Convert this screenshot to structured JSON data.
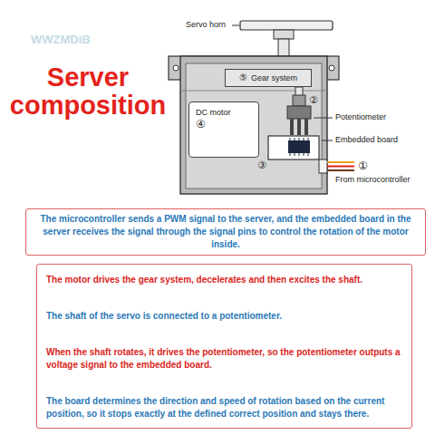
{
  "diagram": {
    "title": "Server composition",
    "nodes": [
      {
        "text": [
          "⑤",
          "Gear system"
        ]
      },
      {
        "text": [
          "DC motor",
          "④"
        ]
      },
      {
        "text": [
          "The microcontroller sends a PWM signal to the server, and the embedded board in the server receives the signal through the signal pins to control the rotation of the motor inside."
        ]
      },
      {
        "text": []
      },
      {
        "text": [
          "The motor drives the gear system, decelerates and then excites the shaft."
        ],
        "in": 3
      },
      {
        "text": [
          "The shaft of the servo is connected to a potentiometer."
        ],
        "in": 3
      },
      {
        "text": [
          "When the shaft rotates, it drives the potentiometer, so the potentiometer outputs a voltage signal to the embedded board."
        ],
        "in": 3
      },
      {
        "text": [
          "The board determines the direction and speed of rotation based on the current position, so it stops exactly at the defined correct position and stays there."
        ],
        "in": 3
      }
    ],
    "edges": [
      {
        "from": 4,
        "to": 5,
        "arrow": "to"
      },
      {
        "from": 5,
        "to": 6,
        "arrow": "to"
      },
      {
        "from": 6,
        "to": 7,
        "arrow": "to"
      }
    ],
    "labels": [
      "Servo horn",
      "Potentiometer",
      "Embedded board",
      "From microcontroller",
      "②",
      "③",
      "①",
      "WWZMDiB"
    ]
  }
}
